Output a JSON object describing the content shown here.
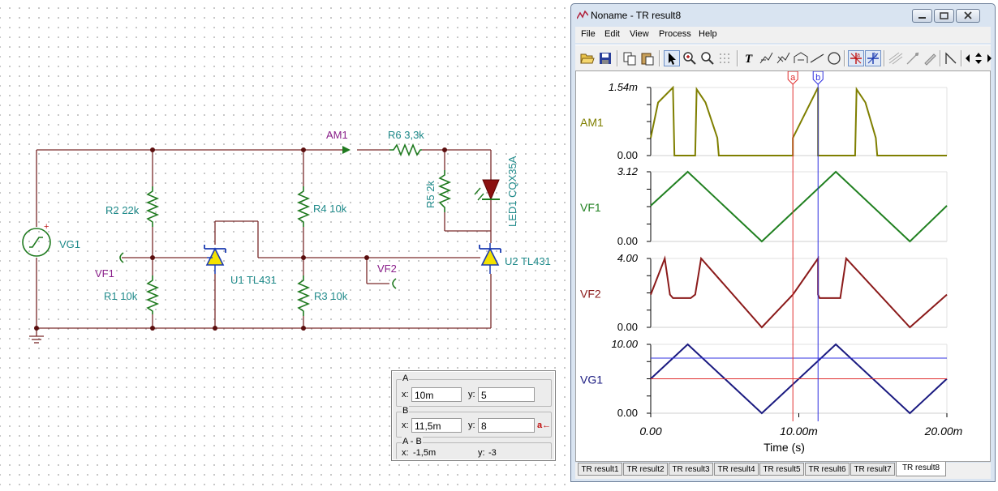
{
  "schematic": {
    "labels": {
      "am1": "AM1",
      "r6": "R6 3,3k",
      "r5": "R5 2k",
      "led1": "LED1 CQX35A",
      "r2": "R2 22k",
      "r4": "R4 10k",
      "vg1": "VG1",
      "vf1": "VF1",
      "vf2": "VF2",
      "u1": "U1 TL431",
      "u2": "U2 TL431",
      "r1": "R1 10k",
      "r3": "R3 10k"
    }
  },
  "cursor_panel": {
    "a": {
      "label": "A",
      "x_label": "x:",
      "x_value": "10m",
      "y_label": "y:",
      "y_value": "5"
    },
    "b": {
      "label": "B",
      "x_label": "x:",
      "x_value": "11,5m",
      "y_label": "y:",
      "y_value": "8",
      "button": "a←"
    },
    "diff": {
      "label": "A - B",
      "x_label": "x:",
      "x_value": "-1,5m",
      "y_label": "y:",
      "y_value": "-3"
    }
  },
  "window": {
    "title": "Noname - TR result8",
    "menu": [
      "File",
      "Edit",
      "View",
      "Process",
      "Help"
    ],
    "tabs": [
      "TR result1",
      "TR result2",
      "TR result3",
      "TR result4",
      "TR result5",
      "TR result6",
      "TR result7",
      "TR result8"
    ],
    "selected_tab": "TR result8"
  },
  "chart_data": {
    "type": "line",
    "xlabel": "Time (s)",
    "xlim": [
      0,
      0.02
    ],
    "x_ticks": [
      "0.00",
      "10.00m",
      "20.00m"
    ],
    "cursors": {
      "a": {
        "label": "a",
        "x": 0.0096,
        "color": "#e03030"
      },
      "b": {
        "label": "b",
        "x": 0.0113,
        "color": "#3030e0"
      }
    },
    "panels": [
      {
        "name": "AM1",
        "color": "#7f7f00",
        "ylim": [
          0,
          0.00154
        ],
        "y_ticks": [
          "1.54m",
          "0.00"
        ],
        "x": [
          0,
          0.0005,
          0.0005,
          0.0015,
          0.0016,
          0.003,
          0.0031,
          0.0037,
          0.0045,
          0.0046,
          0.0096,
          0.0096,
          0.0113,
          0.0113,
          0.0123,
          0.0124,
          0.0138,
          0.0139,
          0.0145,
          0.0152,
          0.0153,
          0.02
        ],
        "y": [
          0.0004,
          0.0012,
          0.0012,
          0.00154,
          0,
          0,
          0.0015,
          0.0012,
          0.0004,
          0,
          0,
          0.0004,
          0.00154,
          0,
          0,
          0,
          0,
          0.0015,
          0.0012,
          0.0004,
          0,
          0
        ]
      },
      {
        "name": "VF1",
        "color": "#208020",
        "ylim": [
          0,
          3.12
        ],
        "y_ticks": [
          "3.12",
          "0.00"
        ],
        "x": [
          0,
          0.0025,
          0.0075,
          0.0125,
          0.0175,
          0.02
        ],
        "y": [
          1.6,
          3.12,
          0,
          3.12,
          0,
          1.6
        ]
      },
      {
        "name": "VF2",
        "color": "#8b1a1a",
        "ylim": [
          0,
          4.0
        ],
        "y_ticks": [
          "4.00",
          "0.00"
        ],
        "x": [
          0,
          0.00095,
          0.0013,
          0.0015,
          0.0027,
          0.003,
          0.0034,
          0.0075,
          0.0096,
          0.0113,
          0.0113,
          0.0114,
          0.0128,
          0.0132,
          0.0175,
          0.02
        ],
        "y": [
          1.9,
          4.0,
          1.9,
          1.7,
          1.7,
          1.9,
          4.0,
          0,
          1.9,
          4.0,
          1.9,
          1.7,
          1.7,
          4.0,
          0,
          1.9
        ]
      },
      {
        "name": "VG1",
        "color": "#1a1a80",
        "ylim": [
          0,
          10.0
        ],
        "y_ticks": [
          "10.00",
          "0.00"
        ],
        "x": [
          0,
          0.0025,
          0.0075,
          0.0125,
          0.0175,
          0.02
        ],
        "y": [
          5,
          10,
          0,
          10,
          0,
          5
        ]
      }
    ],
    "cursor_levels": {
      "a_y": 5,
      "b_y": 8
    }
  }
}
